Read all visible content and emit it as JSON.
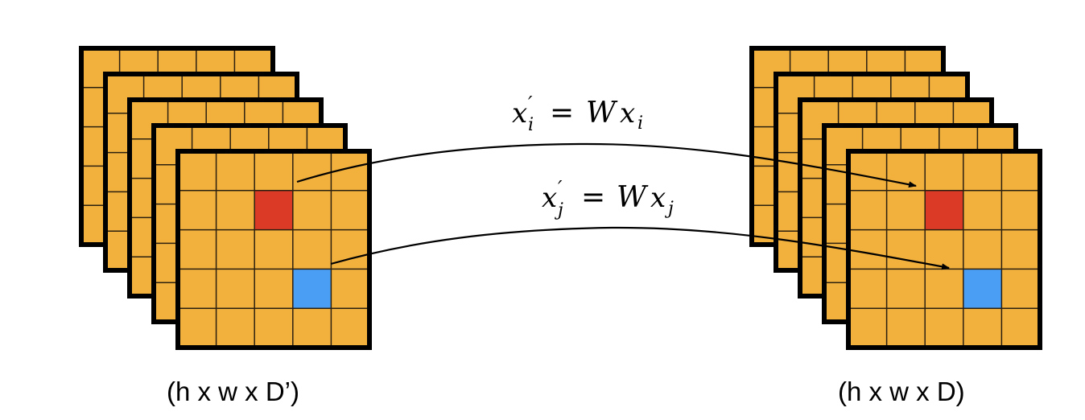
{
  "diagram": {
    "colors": {
      "cell": "#F2B13D",
      "grid": "#2b2010",
      "border": "#000000",
      "highlight_i": "#DB3B26",
      "highlight_j": "#4A9FF5",
      "arrow": "#000000"
    },
    "left_stack": {
      "label": "(h x w x D’)",
      "num_sheets": 5,
      "grid_rows": 5,
      "grid_cols": 5,
      "highlights": [
        {
          "name": "x_i",
          "row": 1,
          "col": 2,
          "color_key": "highlight_i"
        },
        {
          "name": "x_j",
          "row": 3,
          "col": 3,
          "color_key": "highlight_j"
        }
      ]
    },
    "right_stack": {
      "label": "(h x w x D)",
      "num_sheets": 5,
      "grid_rows": 5,
      "grid_cols": 5,
      "highlights": [
        {
          "name": "x_i_prime",
          "row": 1,
          "col": 2,
          "color_key": "highlight_i"
        },
        {
          "name": "x_j_prime",
          "row": 3,
          "col": 3,
          "color_key": "highlight_j"
        }
      ]
    },
    "equations": {
      "eq_i": {
        "lhs": "x",
        "lhs_sup": "′",
        "lhs_sub": "i",
        "eq": "=",
        "rhs_w": "W",
        "rhs_x": "x",
        "rhs_sub": "i"
      },
      "eq_j": {
        "lhs": "x",
        "lhs_sup": "′",
        "lhs_sub": "j",
        "eq": "=",
        "rhs_w": "W",
        "rhs_x": "x",
        "rhs_sub": "j"
      }
    },
    "arrows": [
      {
        "name": "arrow-x-i",
        "from": "x_i",
        "to": "x_i_prime"
      },
      {
        "name": "arrow-x-j",
        "from": "x_j",
        "to": "x_j_prime"
      }
    ]
  }
}
